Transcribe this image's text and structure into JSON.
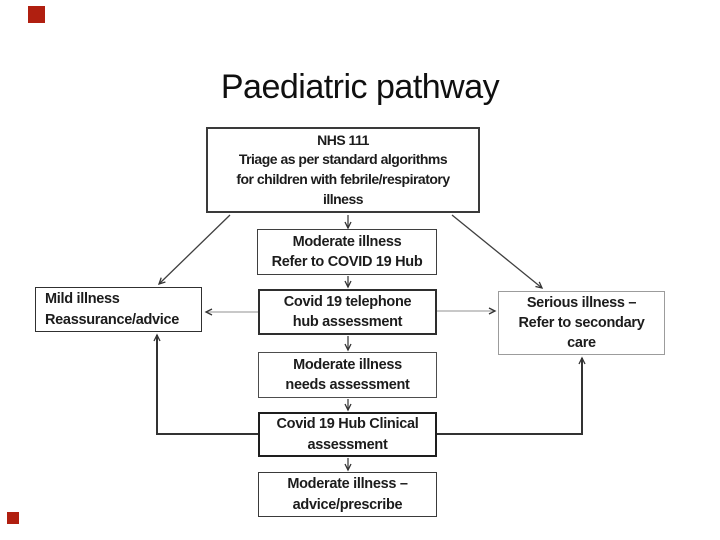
{
  "slide": {
    "title": "Paediatric pathway"
  },
  "flowchart": {
    "nodes": {
      "nhs111": {
        "label": "NHS 111\nTriage as per standard algorithms\nfor children with febrile/respiratory\nillness"
      },
      "moderate_refer": {
        "label": "Moderate illness\nRefer to COVID 19 Hub"
      },
      "mild": {
        "label": "Mild illness\nReassurance/advice"
      },
      "telephone_hub": {
        "label": "Covid 19 telephone\nhub assessment"
      },
      "serious": {
        "label": "Serious illness –\nRefer to secondary\ncare"
      },
      "needs": {
        "label": "Moderate illness\nneeds assessment"
      },
      "clinical": {
        "label": "Covid 19 Hub Clinical\nassessment"
      },
      "advice": {
        "label": "Moderate illness –\nadvice/prescribe"
      }
    },
    "edges": [
      {
        "from": "nhs111",
        "to": "moderate_refer"
      },
      {
        "from": "nhs111",
        "to": "mild"
      },
      {
        "from": "nhs111",
        "to": "serious"
      },
      {
        "from": "moderate_refer",
        "to": "telephone_hub"
      },
      {
        "from": "telephone_hub",
        "to": "mild"
      },
      {
        "from": "telephone_hub",
        "to": "serious"
      },
      {
        "from": "telephone_hub",
        "to": "needs"
      },
      {
        "from": "needs",
        "to": "clinical"
      },
      {
        "from": "clinical",
        "to": "advice"
      },
      {
        "from": "clinical",
        "to": "mild"
      },
      {
        "from": "clinical",
        "to": "serious"
      }
    ]
  },
  "colors": {
    "background": "#ffffff",
    "box_border_dark": "#2e2e2e",
    "box_border_light": "#9c9c9c",
    "connector_dark": "#3f3f3f",
    "connector_gray": "#a8a8a8",
    "corner_marker_red": "#b01f10",
    "text": "#1c1c1c"
  }
}
